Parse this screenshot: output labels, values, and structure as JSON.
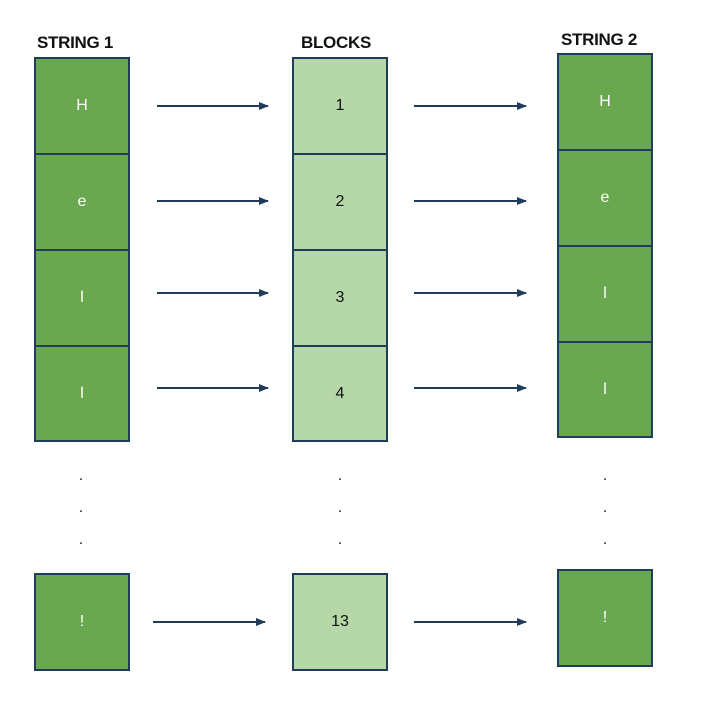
{
  "headings": {
    "string1": "STRING 1",
    "blocks": "BLOCKS",
    "string2": "STRING 2"
  },
  "string1": [
    "H",
    "e",
    "l",
    "l"
  ],
  "blocks": [
    "1",
    "2",
    "3",
    "4"
  ],
  "string2": [
    "H",
    "e",
    "l",
    "l"
  ],
  "final": {
    "string1": "!",
    "block": "13",
    "string2": "!"
  },
  "ellipsis": ".",
  "colors": {
    "dark_green": "#6aa84f",
    "light_green": "#b6d7a8",
    "border": "#1f3d5a",
    "arrow": "#1f3d5a"
  }
}
